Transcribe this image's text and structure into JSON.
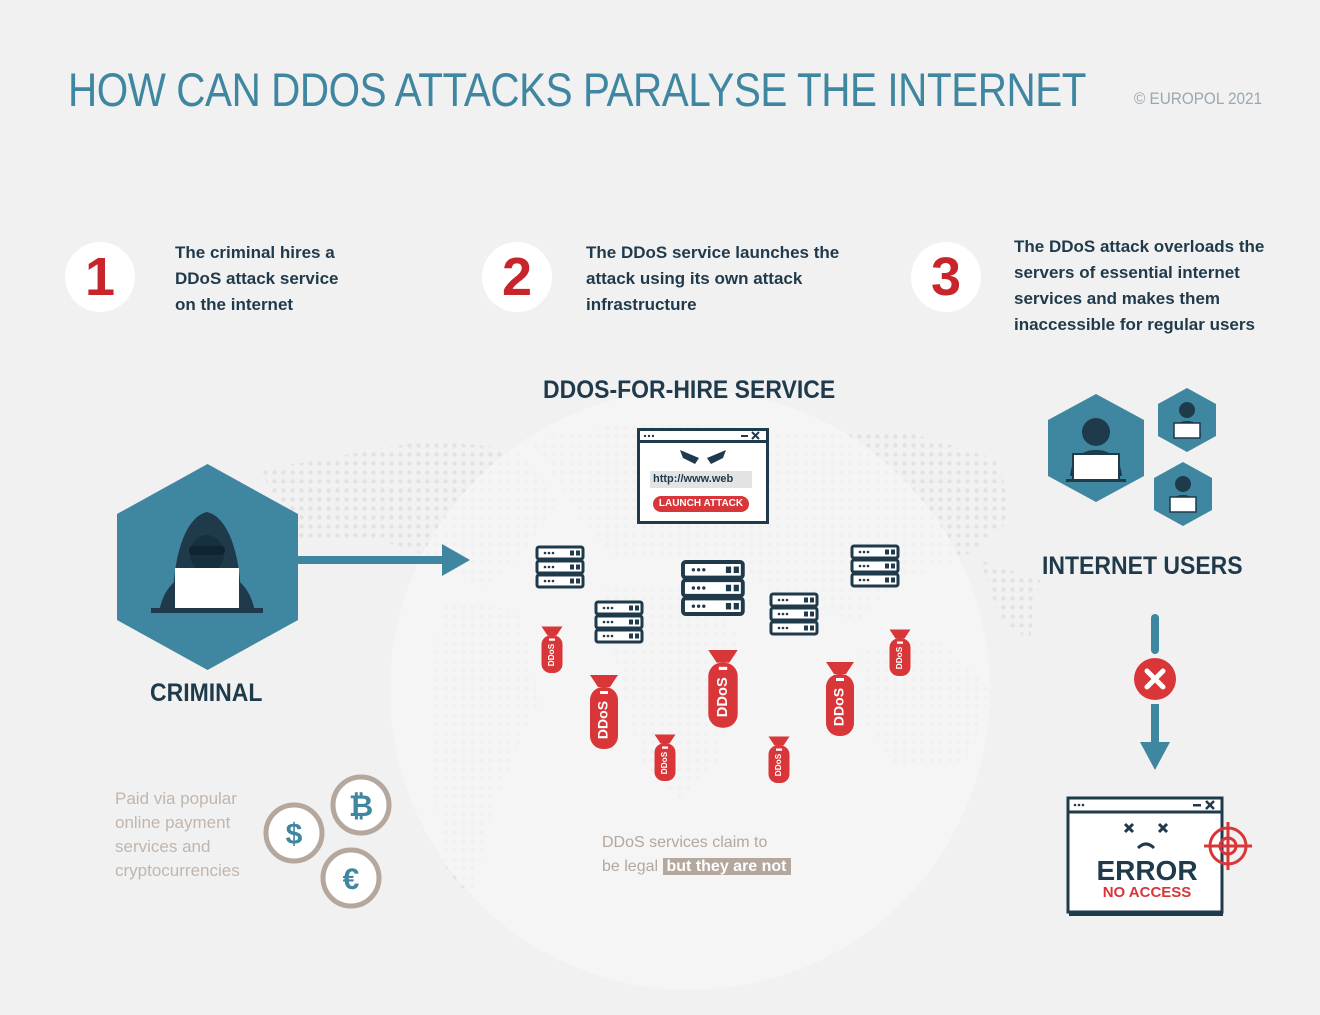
{
  "header": {
    "title": "HOW CAN DDOS ATTACKS PARALYSE THE INTERNET",
    "copyright": "© EUROPOL 2021"
  },
  "steps": [
    {
      "number": "1",
      "lines": [
        "The criminal hires a",
        "DDoS attack service",
        "on the internet"
      ]
    },
    {
      "number": "2",
      "lines": [
        "The DDoS service launches the",
        "attack using its own attack",
        "infrastructure"
      ]
    },
    {
      "number": "3",
      "lines": [
        "The DDoS attack overloads the",
        "servers of essential internet",
        "services and makes them",
        "inaccessible for regular users"
      ]
    }
  ],
  "criminal": {
    "label": "CRIMINAL",
    "payment_lines": [
      "Paid via popular",
      "online payment",
      "services and",
      "cryptocurrencies"
    ],
    "coins": [
      "$",
      "₿",
      "€"
    ]
  },
  "service": {
    "heading": "DDOS-FOR-HIRE SERVICE",
    "url_text": "http://www.web",
    "launch_label": "LAUNCH ATTACK",
    "bomb_label": "DDoS",
    "claim_text": "DDoS services claim to",
    "claim_text_2": "be legal",
    "claim_highlight": "but they are not"
  },
  "users": {
    "heading": "INTERNET USERS"
  },
  "error": {
    "word": "ERROR",
    "sub": "NO ACCESS"
  },
  "colors": {
    "teal": "#3f86a0",
    "red": "#d9363a",
    "dark": "#1f3a4b",
    "tan": "#b3a79e"
  },
  "icons": {
    "criminal": "hooded-hacker-laptop-icon",
    "users": "user-laptop-icon",
    "server": "server-rack-icon",
    "bomb": "bomb-icon",
    "error_x": "error-circle-x-icon",
    "target": "crosshair-target-icon"
  }
}
